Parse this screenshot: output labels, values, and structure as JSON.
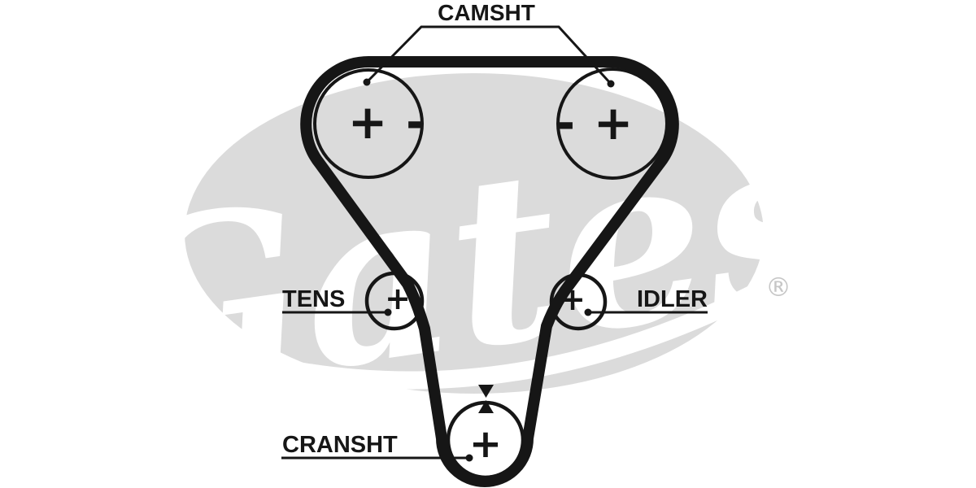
{
  "page": {
    "background": "#ffffff"
  },
  "watermark": {
    "brand": "Gates",
    "registered_mark": "®",
    "ellipse_color": "#dbdbdb",
    "script_color": "#ffffff",
    "registered_color": "#c6c6c6"
  },
  "diagram": {
    "ink_color": "#161616",
    "components": {
      "camshaft": {
        "label": "CAMSHT",
        "left_pulley_marks": [
          "+",
          "-"
        ],
        "right_pulley_marks": [
          "-",
          "+"
        ]
      },
      "tensioner": {
        "label": "TENS",
        "mark": "+"
      },
      "idler": {
        "label": "IDLER",
        "mark": "+"
      },
      "crankshaft": {
        "label": "CRANSHT",
        "mark": "+"
      }
    }
  }
}
